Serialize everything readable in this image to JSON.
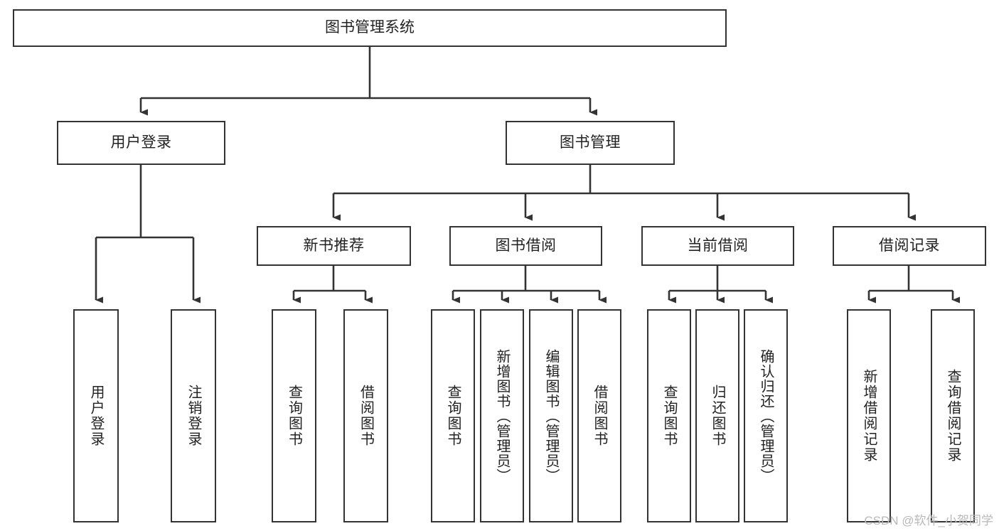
{
  "diagram": {
    "title": "图书管理系统",
    "type": "tree",
    "watermark": "CSDN @软件_小贺同学",
    "colors": {
      "box_border": "#333333",
      "box_fill": "#ffffff",
      "connector": "#333333",
      "text": "#222222",
      "watermark": "#b9b9b9"
    },
    "root": {
      "label": "图书管理系统"
    },
    "level2": [
      {
        "label": "用户登录"
      },
      {
        "label": "图书管理"
      }
    ],
    "level3": [
      {
        "label": "新书推荐"
      },
      {
        "label": "图书借阅"
      },
      {
        "label": "当前借阅"
      },
      {
        "label": "借阅记录"
      }
    ],
    "leaves": {
      "user_login": [
        {
          "label": "用户登录"
        },
        {
          "label": "注销登录"
        }
      ],
      "new_book_recommend": [
        {
          "label": "查询图书"
        },
        {
          "label": "借阅图书"
        }
      ],
      "book_borrow": [
        {
          "label": "查询图书"
        },
        {
          "label": "新增图书（管理员）"
        },
        {
          "label": "编辑图书（管理员）"
        },
        {
          "label": "借阅图书"
        }
      ],
      "current_borrow": [
        {
          "label": "查询图书"
        },
        {
          "label": "归还图书"
        },
        {
          "label": "确认归还（管理员）"
        }
      ],
      "borrow_record": [
        {
          "label": "新增借阅记录"
        },
        {
          "label": "查询借阅记录"
        }
      ]
    }
  }
}
